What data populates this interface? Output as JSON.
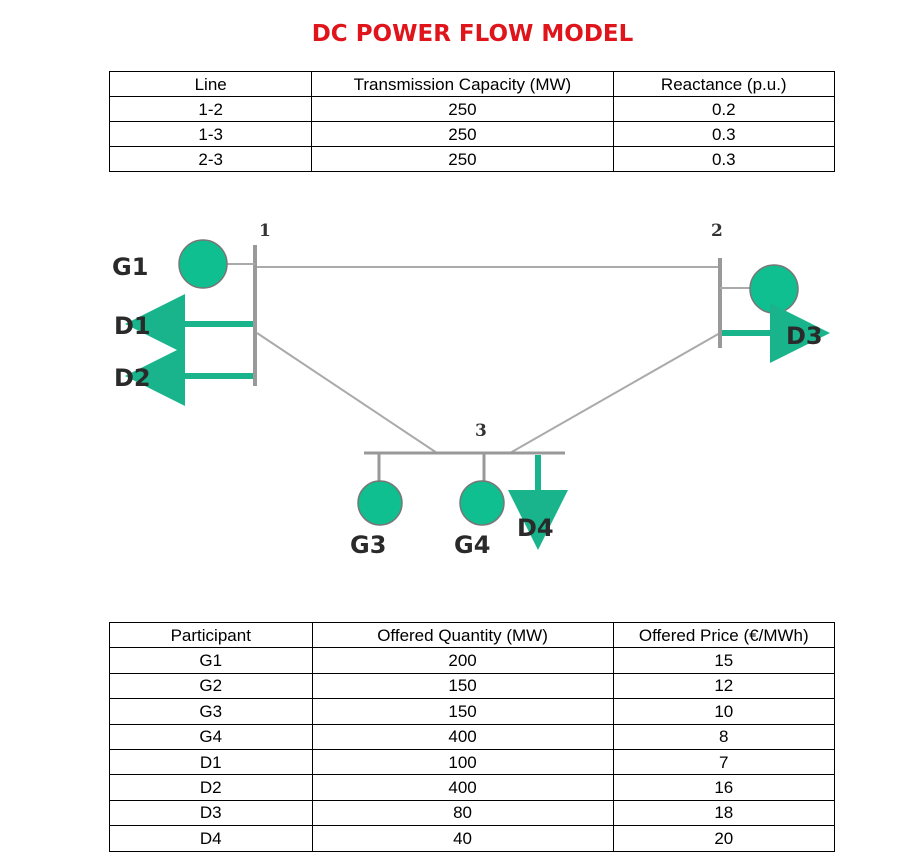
{
  "title": "DC POWER FLOW MODEL",
  "colors": {
    "title": "#e0141b",
    "generator": "#0fbf8f",
    "arrow": "#19b48c",
    "line": "#aaaaaa"
  },
  "lines_table": {
    "headers": [
      "Line",
      "Transmission Capacity (MW)",
      "Reactance (p.u.)"
    ],
    "rows": [
      [
        "1-2",
        "250",
        "0.2"
      ],
      [
        "1-3",
        "250",
        "0.3"
      ],
      [
        "2-3",
        "250",
        "0.3"
      ]
    ]
  },
  "network": {
    "buses": [
      "1",
      "2",
      "3"
    ],
    "generators": [
      "G1",
      "G3",
      "G4"
    ],
    "demands": [
      "D1",
      "D2",
      "D3",
      "D4"
    ]
  },
  "participants_table": {
    "headers": [
      "Participant",
      "Offered Quantity (MW)",
      "Offered Price (€/MWh)"
    ],
    "rows": [
      [
        "G1",
        "200",
        "15"
      ],
      [
        "G2",
        "150",
        "12"
      ],
      [
        "G3",
        "150",
        "10"
      ],
      [
        "G4",
        "400",
        "8"
      ],
      [
        "D1",
        "100",
        "7"
      ],
      [
        "D2",
        "400",
        "16"
      ],
      [
        "D3",
        "80",
        "18"
      ],
      [
        "D4",
        "40",
        "20"
      ]
    ]
  }
}
